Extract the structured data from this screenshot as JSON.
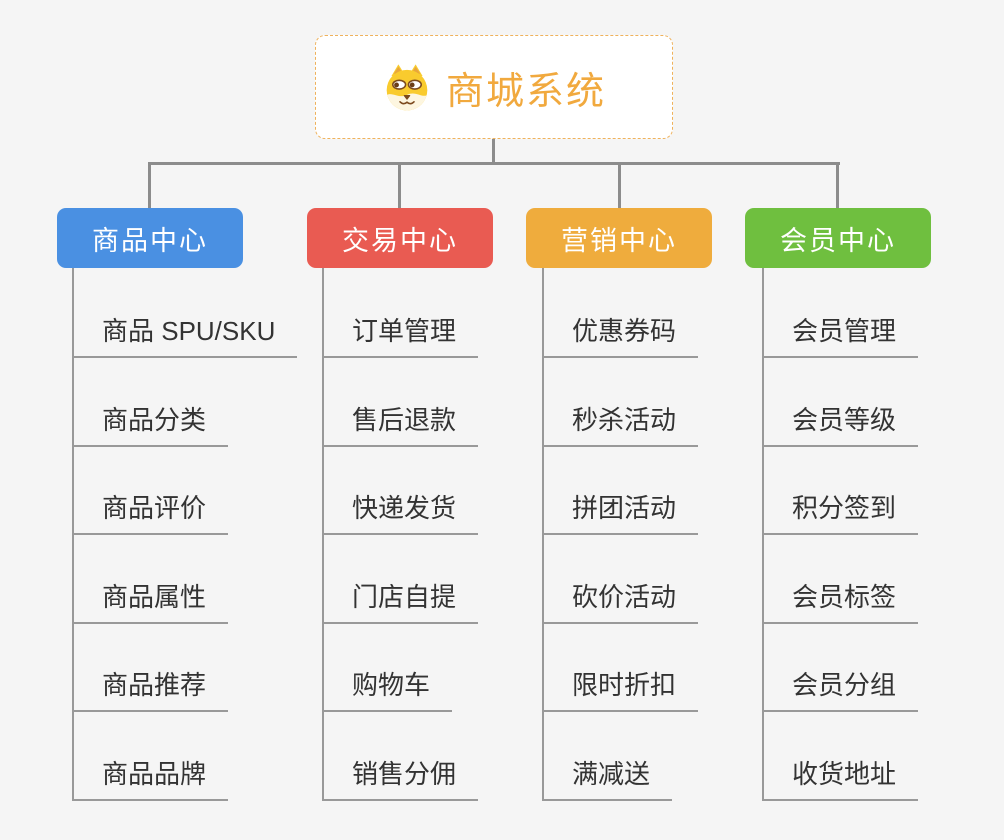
{
  "root": {
    "title": "商城系统",
    "icon": "shiba-dog-icon",
    "title_color": "#F1A93E",
    "border_color": "#EFB25C"
  },
  "branches": [
    {
      "label": "商品中心",
      "color": "#4A90E2",
      "children": [
        "商品 SPU/SKU",
        "商品分类",
        "商品评价",
        "商品属性",
        "商品推荐",
        "商品品牌"
      ]
    },
    {
      "label": "交易中心",
      "color": "#E95B52",
      "children": [
        "订单管理",
        "售后退款",
        "快递发货",
        "门店自提",
        "购物车",
        "销售分佣"
      ]
    },
    {
      "label": "营销中心",
      "color": "#EFAC3D",
      "children": [
        "优惠券码",
        "秒杀活动",
        "拼团活动",
        "砍价活动",
        "限时折扣",
        "满减送"
      ]
    },
    {
      "label": "会员中心",
      "color": "#6FBF3F",
      "children": [
        "会员管理",
        "会员等级",
        "积分签到",
        "会员标签",
        "会员分组",
        "收货地址"
      ]
    }
  ],
  "colors": {
    "background": "#F5F5F5",
    "connector": "#8C8C8C",
    "leaf_line": "#999999",
    "leaf_text": "#333333"
  }
}
